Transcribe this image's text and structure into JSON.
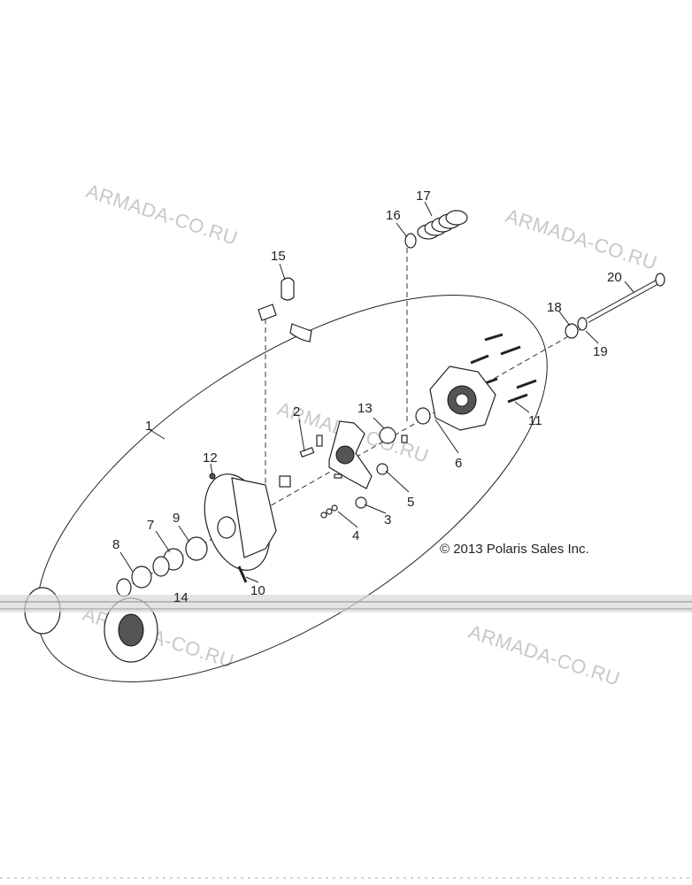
{
  "diagram": {
    "copyright": "© 2013 Polaris Sales Inc.",
    "watermarks": [
      "ARMADA-CO.RU",
      "ARMADA-CO.RU",
      "ARMADA-CO.RU",
      "ARMADA-CO.RU",
      "ARMADA-CO.RU"
    ],
    "callouts": [
      "1",
      "2",
      "3",
      "4",
      "5",
      "6",
      "7",
      "8",
      "9",
      "10",
      "11",
      "12",
      "13",
      "14",
      "15",
      "16",
      "17",
      "18",
      "19",
      "20"
    ]
  }
}
